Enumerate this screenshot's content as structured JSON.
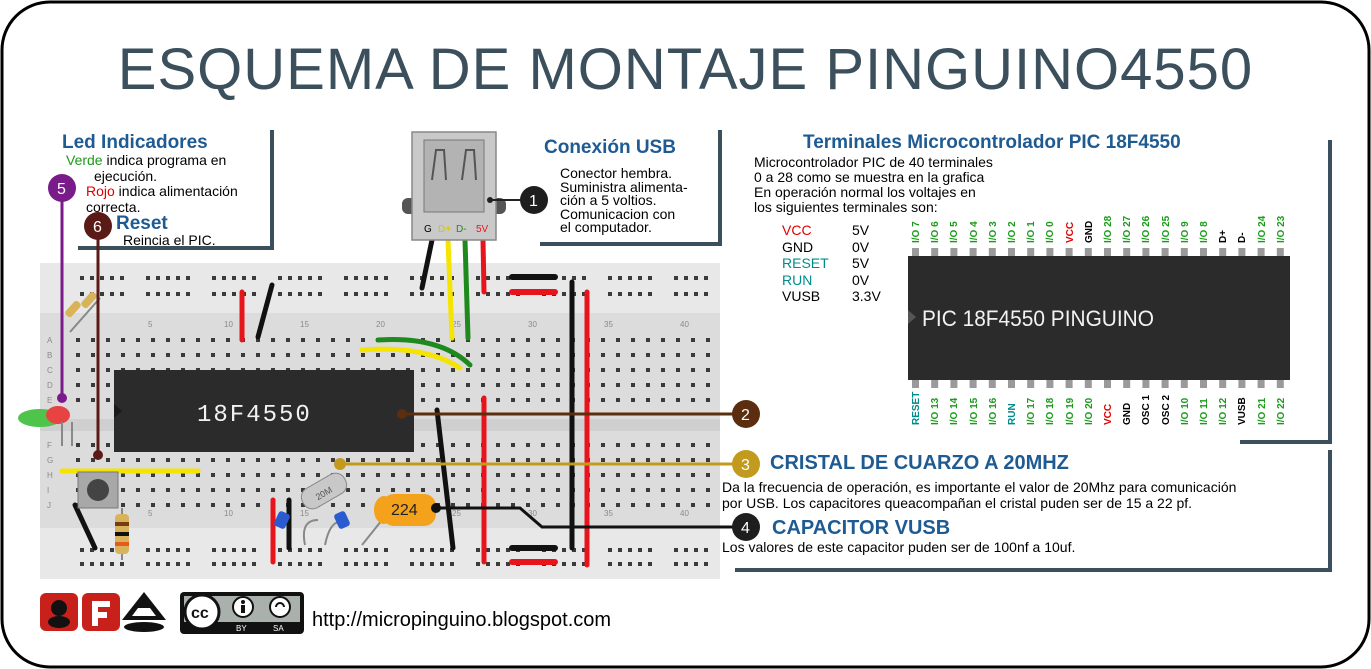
{
  "title": "ESQUEMA DE MONTAJE PINGUINO4550",
  "led": {
    "heading": "Led Indicadores",
    "green_word": "Verde",
    "green_rest": " indica programa en",
    "green_rest2": "ejecución.",
    "red_word": "Rojo",
    "red_rest": " indica alimentación",
    "red_rest2": "correcta."
  },
  "reset": {
    "heading": "Reset",
    "text": "Reincia el PIC."
  },
  "usb": {
    "heading": "Conexión USB",
    "lines": [
      "Conector hembra.",
      "Suministra alimenta-",
      "ción a 5 voltios.",
      "Comunicacion con",
      "el computador."
    ],
    "pins": [
      "G",
      "D+",
      "D-",
      "5V"
    ]
  },
  "terminals": {
    "heading": "Terminales Microcontrolador PIC 18F4550",
    "lines": [
      "Microcontrolador PIC de 40 terminales",
      "0 a 28 como se muestra en la grafica",
      "En operación normal los voltajes en",
      "los siguientes terminales son:"
    ],
    "voltages": [
      {
        "name": "VCC",
        "value": "5V",
        "color": "#e00000"
      },
      {
        "name": "GND",
        "value": "0V",
        "color": "#000000"
      },
      {
        "name": "RESET",
        "value": "5V",
        "color": "#008b8b"
      },
      {
        "name": "RUN",
        "value": "0V",
        "color": "#008b8b"
      },
      {
        "name": "VUSB",
        "value": "3.3V",
        "color": "#000000"
      }
    ],
    "chip_label": "PIC 18F4550 PINGUINO",
    "top_pins": [
      "I/O 7",
      "I/O 6",
      "I/O 5",
      "I/O 4",
      "I/O 3",
      "I/O 2",
      "I/O 1",
      "I/O 0",
      "VCC",
      "GND",
      "I/O 28",
      "I/O 27",
      "I/O 26",
      "I/O 25",
      "I/O 9",
      "I/O 8",
      "D+",
      "D-",
      "I/O 24",
      "I/O 23"
    ],
    "bottom_pins": [
      "RESET",
      "I/O 13",
      "I/O 14",
      "I/O 15",
      "I/O 16",
      "RUN",
      "I/O 17",
      "I/O 18",
      "I/O 19",
      "I/O 20",
      "VCC",
      "GND",
      "OSC 1",
      "OSC 2",
      "I/O 10",
      "I/O 11",
      "I/O 12",
      "VUSB",
      "I/O 21",
      "I/O 22"
    ]
  },
  "breadboard": {
    "chip_label": "18F4550",
    "cap_label": "224",
    "crystal_label": "20M",
    "row_letters": [
      "A",
      "B",
      "C",
      "D",
      "E",
      "F",
      "G",
      "H",
      "I",
      "J"
    ],
    "col_numbers": [
      "5",
      "10",
      "15",
      "20",
      "25",
      "30",
      "35",
      "40"
    ]
  },
  "markers": [
    "1",
    "2",
    "3",
    "4",
    "5",
    "6"
  ],
  "crystal": {
    "heading": "CRISTAL DE CUARZO A 20MHZ",
    "lines": [
      "Da la frecuencia de operación, es importante el valor de 20Mhz para comunicación",
      "por USB. Los capacitores queacompañan el cristal puden ser de 15 a 22 pf."
    ]
  },
  "capacitor": {
    "heading": "CAPACITOR VUSB",
    "text": "Los valores de este capacitor puden ser de 100nf a 10uf."
  },
  "footer": {
    "url": "http://micropinguino.blogspot.com",
    "cc_by": "BY",
    "cc_sa": "SA",
    "cc": "cc"
  },
  "colors": {
    "heading": "#1f5b93",
    "frame": "#000000",
    "wire_red": "#e8141b",
    "wire_yellow": "#f5e400",
    "wire_green": "#1e8a1e",
    "pin_green": "#1a9b1a",
    "pin_red": "#e00000",
    "pin_teal": "#008b8b"
  }
}
